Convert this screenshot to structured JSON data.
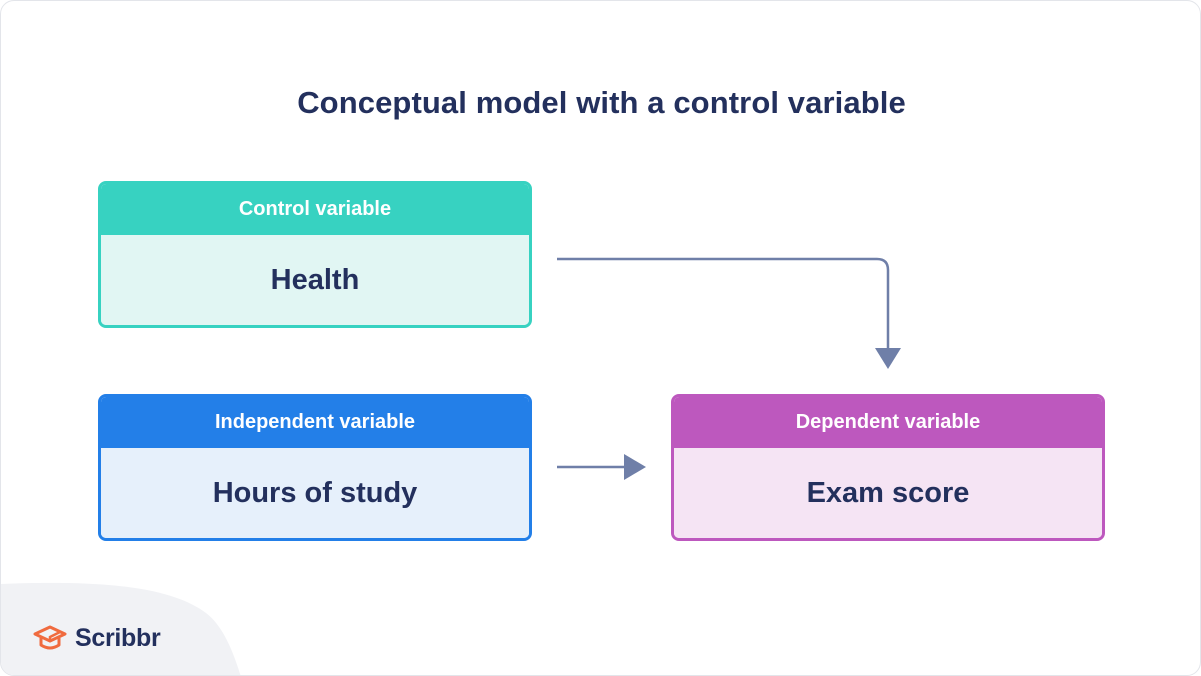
{
  "title": "Conceptual model with a control variable",
  "boxes": {
    "control": {
      "header": "Control variable",
      "value": "Health",
      "color": "#37d2c1"
    },
    "independent": {
      "header": "Independent variable",
      "value": "Hours of study",
      "color": "#237fe8"
    },
    "dependent": {
      "header": "Dependent variable",
      "value": "Exam score",
      "color": "#bd58be"
    }
  },
  "arrows": [
    {
      "from": "control",
      "to": "dependent"
    },
    {
      "from": "independent",
      "to": "dependent"
    }
  ],
  "arrow_color": "#6f7fa8",
  "brand": {
    "name": "Scribbr",
    "icon": "graduation-cap-icon",
    "icon_color": "#f06b3f"
  }
}
